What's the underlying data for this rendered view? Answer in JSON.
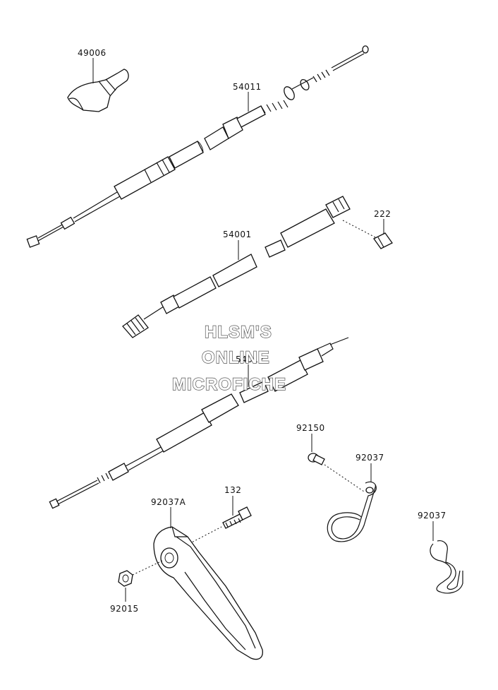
{
  "watermark": {
    "line1": "HLSM'S",
    "line2": "ONLINE",
    "line3": "MICROFICHE"
  },
  "labels": {
    "p49006": "49006",
    "p54011": "54011",
    "p222": "222",
    "p54001": "54001",
    "p54012": "54012",
    "p92150": "92150",
    "p92037_a": "92037",
    "p132": "132",
    "p92037A": "92037A",
    "p92037_b": "92037",
    "p92015": "92015"
  }
}
